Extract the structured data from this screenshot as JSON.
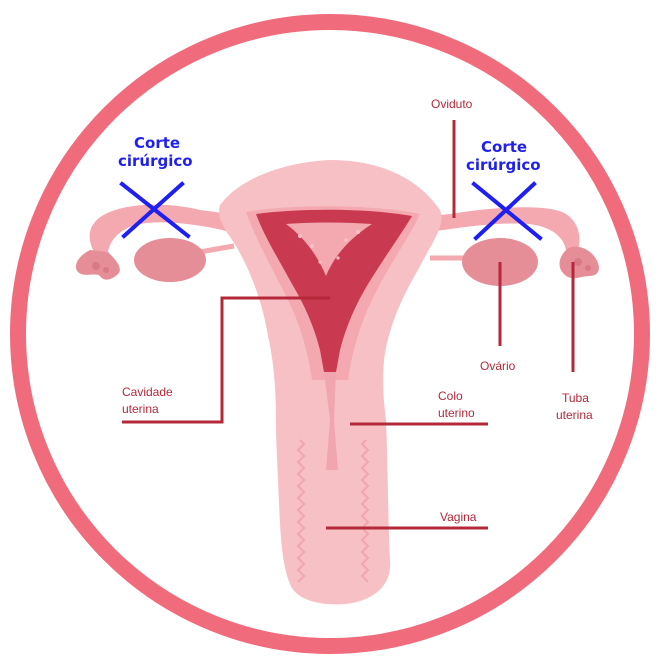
{
  "colors": {
    "ring": "#f06c7c",
    "organ_light": "#f7c0c5",
    "organ_mid": "#f4a9b0",
    "organ_dark": "#e58e98",
    "cavity": "#c9394f",
    "leader_line": "#b4283a",
    "label_text": "#b4283a",
    "cut_mark": "#1f1ff0"
  },
  "labels": {
    "oviduct": "Oviduto",
    "uterine_cavity": [
      "Cavidade",
      "uterina"
    ],
    "cervix": [
      "Colo",
      "uterino"
    ],
    "ovary": "Ovário",
    "fallopian_tube": [
      "Tuba",
      "uterina"
    ],
    "vagina": "Vagina"
  },
  "surgical_cuts": {
    "left": [
      "Corte",
      "cirúrgico"
    ],
    "right": [
      "Corte",
      "cirúrgico"
    ]
  }
}
